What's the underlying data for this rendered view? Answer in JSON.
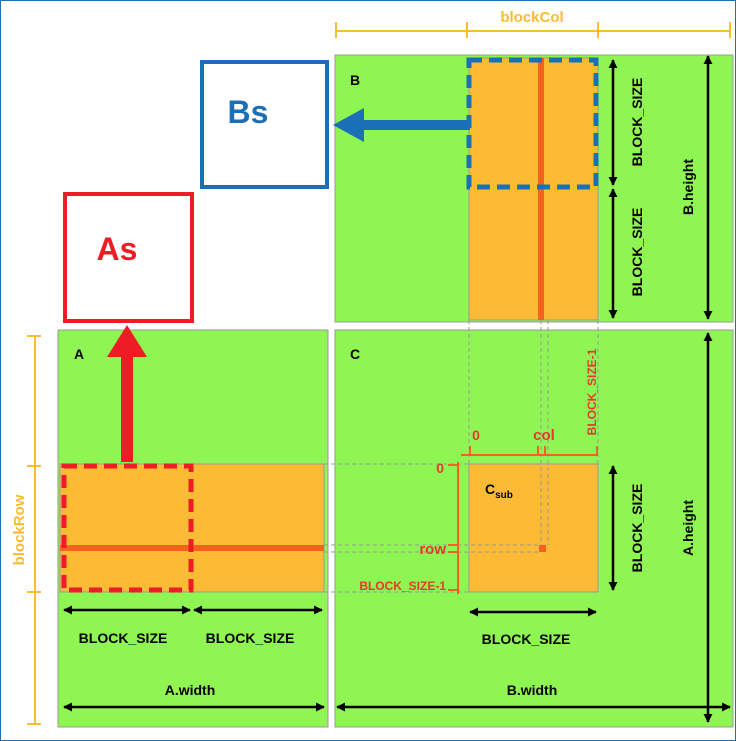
{
  "labels": {
    "blockCol": "blockCol",
    "blockRow": "blockRow",
    "matrix_a": "A",
    "matrix_b": "B",
    "matrix_c": "C",
    "shared_a": "As",
    "shared_b": "Bs",
    "c_sub_main": "C",
    "c_sub_subscript": "sub",
    "block_size": "BLOCK_SIZE",
    "block_size_minus_1": "BLOCK_SIZE-1",
    "zero": "0",
    "col": "col",
    "row": "row",
    "a_width": "A.width",
    "b_width": "B.width",
    "a_height": "A.height",
    "b_height": "B.height"
  },
  "colors": {
    "matrix_fill": "#8ef553",
    "block_fill": "#fbbb34",
    "row_col_line": "#f4621f",
    "shared_a": "#ee1c24",
    "shared_b": "#1b6fb7",
    "bracket": "#fbbb34",
    "index_text": "#e8382e"
  }
}
